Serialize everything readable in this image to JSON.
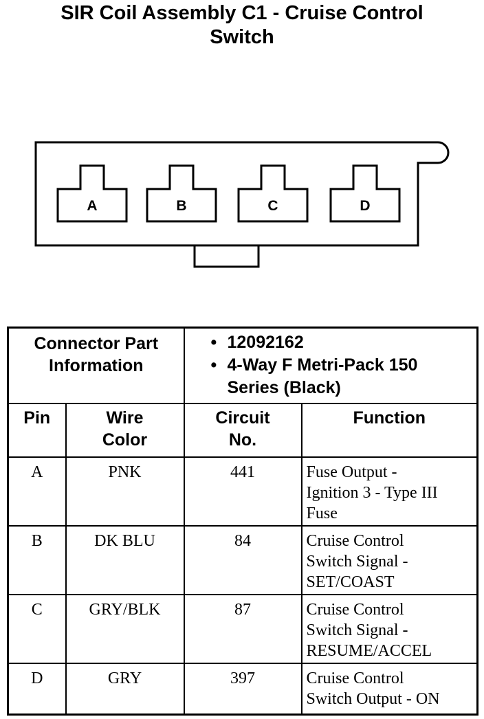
{
  "title": {
    "line1": "SIR Coil Assembly C1 - Cruise Control",
    "line2": "Switch"
  },
  "connector": {
    "pins": [
      "A",
      "B",
      "C",
      "D"
    ]
  },
  "info": {
    "part_label_line1": "Connector Part",
    "part_label_line2": "Information",
    "part_number": "12092162",
    "part_desc_line1": "4-Way F Metri-Pack 150",
    "part_desc_line2": "Series (Black)"
  },
  "columns": {
    "pin": "Pin",
    "wire_line1": "Wire",
    "wire_line2": "Color",
    "circuit_line1": "Circuit",
    "circuit_line2": "No.",
    "function": "Function"
  },
  "rows": [
    {
      "pin": "A",
      "wire": "PNK",
      "circuit": "441",
      "f1": "Fuse Output -",
      "f2": "Ignition 3 - Type III",
      "f3": "Fuse"
    },
    {
      "pin": "B",
      "wire": "DK BLU",
      "circuit": "84",
      "f1": "Cruise Control",
      "f2": "Switch Signal -",
      "f3": "SET/COAST"
    },
    {
      "pin": "C",
      "wire": "GRY/BLK",
      "circuit": "87",
      "f1": "Cruise Control",
      "f2": "Switch Signal -",
      "f3": "RESUME/ACCEL"
    },
    {
      "pin": "D",
      "wire": "GRY",
      "circuit": "397",
      "f1": "Cruise Control",
      "f2": "Switch Output - ON",
      "f3": ""
    }
  ]
}
